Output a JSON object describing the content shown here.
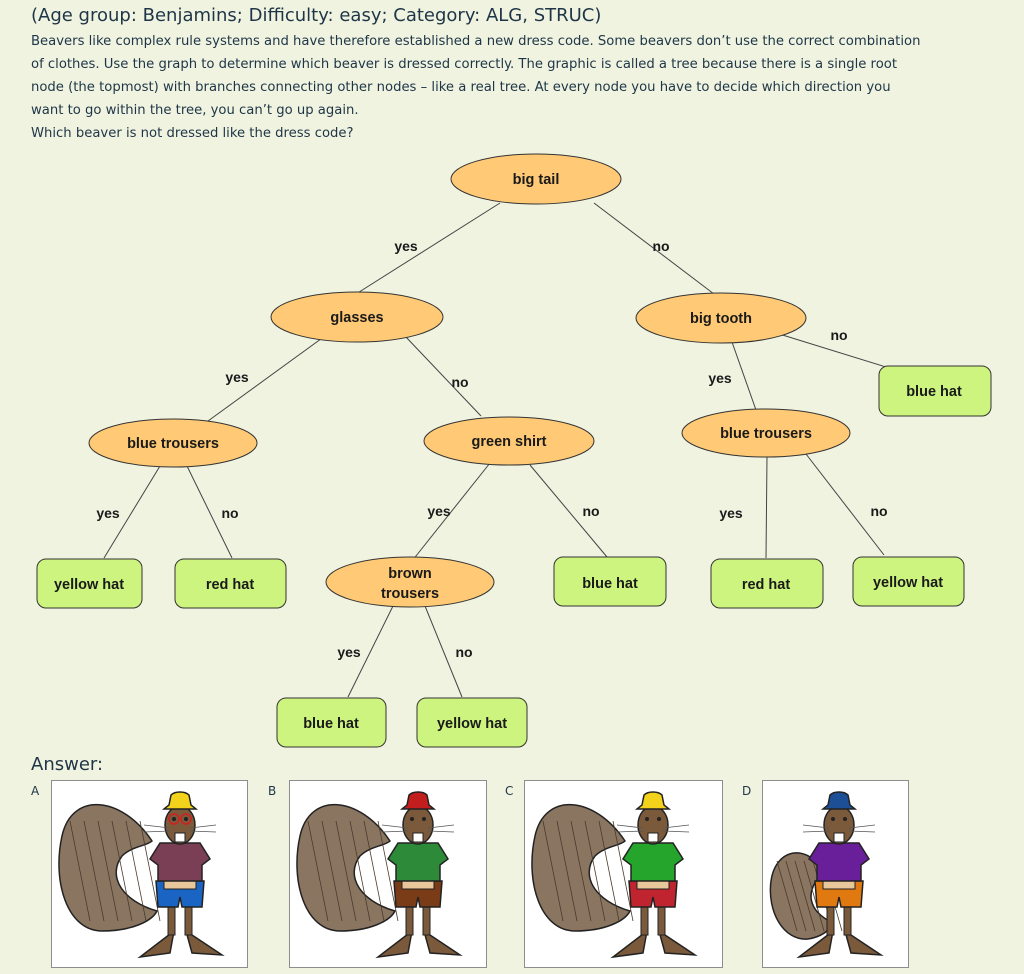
{
  "header": {
    "title": "(Age group: Benjamins; Difficulty: easy; Category: ALG, STRUC)",
    "lines": [
      "Beavers like complex rule systems and have therefore established a new dress code. Some beavers don’t use the correct combination",
      "of clothes. Use the graph to determine which beaver is dressed correctly. The graphic is called a tree because there is a single root",
      "node (the topmost) with branches connecting other nodes – like a real tree. At every node you have to decide which direction you",
      "want to go within the tree, you can’t go up again.",
      "Which beaver is not dressed like the dress code?"
    ]
  },
  "tree": {
    "nodes": {
      "root": "big tail",
      "glasses": "glasses",
      "big_tooth": "big tooth",
      "blue_trousers_left": "blue trousers",
      "green_shirt": "green shirt",
      "blue_trousers_right": "blue trousers",
      "brown_trousers_line1": "brown",
      "brown_trousers_line2": "trousers",
      "leaf_yellow_hat_1": "yellow hat",
      "leaf_red_hat_1": "red hat",
      "leaf_blue_hat_1": "blue hat",
      "leaf_blue_hat_2": "blue hat",
      "leaf_yellow_hat_2": "yellow hat",
      "leaf_red_hat_2": "red hat",
      "leaf_yellow_hat_3": "yellow hat",
      "leaf_blue_hat_3": "blue hat"
    },
    "edges": {
      "root_yes": "yes",
      "root_no": "no",
      "glasses_yes": "yes",
      "glasses_no": "no",
      "bigtooth_yes": "yes",
      "bigtooth_no": "no",
      "btl_yes": "yes",
      "btl_no": "no",
      "gs_yes": "yes",
      "gs_no": "no",
      "btr_yes": "yes",
      "btr_no": "no",
      "bt_yes": "yes",
      "bt_no": "no"
    }
  },
  "answer": {
    "label": "Answer:",
    "options": [
      {
        "letter": "A",
        "hat": "#f2d21a",
        "shirt": "#7a3f55",
        "trousers": "#1a64c4",
        "glasses": true,
        "big_tail": true
      },
      {
        "letter": "B",
        "hat": "#c21e1e",
        "shirt": "#2d8a38",
        "trousers": "#7a3b17",
        "glasses": false,
        "big_tail": true
      },
      {
        "letter": "C",
        "hat": "#f2d21a",
        "shirt": "#26a52d",
        "trousers": "#c0242e",
        "glasses": false,
        "big_tail": true
      },
      {
        "letter": "D",
        "hat": "#1d4f96",
        "shirt": "#6a1f9a",
        "trousers": "#e07a10",
        "glasses": false,
        "big_tail": false
      }
    ]
  }
}
